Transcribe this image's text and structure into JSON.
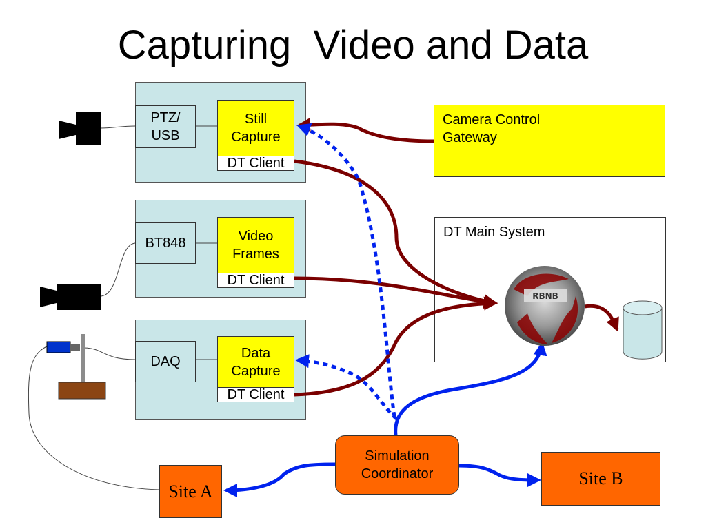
{
  "title": "Capturing  Video and Data",
  "colors": {
    "panel": "#c9e6e8",
    "highlight": "#ffff00",
    "site": "#ff6600",
    "data_flow": "#7a0000",
    "coordination": "#0022ee"
  },
  "icons": [
    "camera-icon",
    "video-camera-icon",
    "sensor-icon",
    "rbnb-server-icon",
    "database-icon"
  ],
  "panels": [
    {
      "interface": "PTZ/\nUSB",
      "capture": "Still\nCapture",
      "client": "DT Client"
    },
    {
      "interface": "BT848",
      "capture": "Video\nFrames",
      "client": "DT Client"
    },
    {
      "interface": "DAQ",
      "capture": "Data\nCapture",
      "client": "DT Client"
    }
  ],
  "gateway": "Camera Control\nGateway",
  "main_system": {
    "label": "DT Main System",
    "server_label": "RBNB"
  },
  "coordinator": "Simulation\nCoordinator",
  "site_a": "Site A",
  "site_b": "Site B"
}
